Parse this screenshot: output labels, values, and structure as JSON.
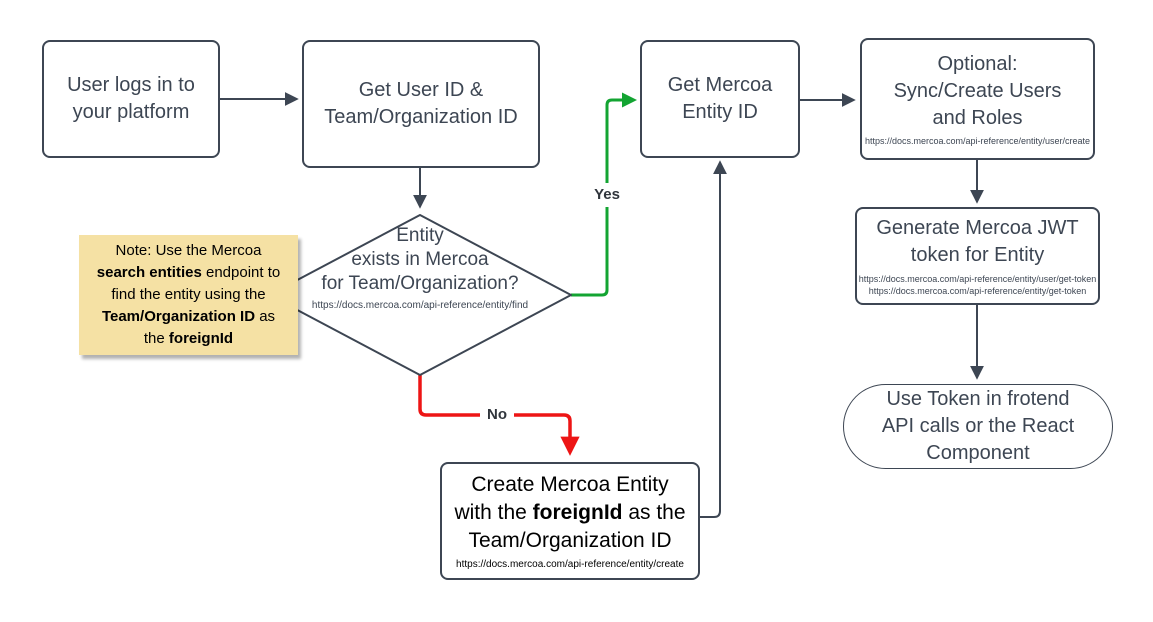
{
  "colors": {
    "node_border": "#3d4653",
    "node_text": "#3d4653",
    "edge_dark": "#3d4653",
    "yes_green": "#13a432",
    "no_red": "#ed1515",
    "note_bg": "#f5e1a4",
    "note_text": "#000000",
    "canvas_bg": "#ffffff"
  },
  "nodes": {
    "user_login": {
      "lines": [
        "User logs in to",
        "your platform"
      ]
    },
    "get_user_id": {
      "lines": [
        "Get User ID &",
        "Team/Organization ID"
      ]
    },
    "entity_exists": {
      "lines": [
        "Entity",
        "exists in Mercoa",
        "for Team/Organization?"
      ],
      "url": "https://docs.mercoa.com/api-reference/entity/find"
    },
    "note": {
      "lines": [
        [
          {
            "text": "Note: Use the Mercoa",
            "bold": false
          }
        ],
        [
          {
            "text": "search entities",
            "bold": true
          },
          {
            "text": " endpoint to",
            "bold": false
          }
        ],
        [
          {
            "text": "find the entity using the",
            "bold": false
          }
        ],
        [
          {
            "text": "Team/Organization ID",
            "bold": true
          },
          {
            "text": " as",
            "bold": false
          }
        ],
        [
          {
            "text": "the ",
            "bold": false
          },
          {
            "text": "foreignId",
            "bold": true
          }
        ]
      ]
    },
    "get_mercoa_entity": {
      "lines": [
        "Get Mercoa",
        "Entity ID"
      ]
    },
    "sync_users": {
      "lines": [
        "Optional:",
        "Sync/Create Users",
        "and Roles"
      ],
      "url": "https://docs.mercoa.com/api-reference/entity/user/create"
    },
    "generate_jwt": {
      "lines": [
        "Generate Mercoa JWT",
        "token for Entity"
      ],
      "urls": [
        "https://docs.mercoa.com/api-reference/entity/user/get-token",
        "https://docs.mercoa.com/api-reference/entity/get-token"
      ]
    },
    "use_token": {
      "lines": [
        "Use Token in frotend",
        "API calls or the React",
        "Component"
      ]
    },
    "create_entity": {
      "line1": "Create Mercoa Entity",
      "line2": [
        {
          "text": "with the ",
          "bold": false
        },
        {
          "text": "foreignId",
          "bold": true
        },
        {
          "text": " as the",
          "bold": false
        }
      ],
      "line3": "Team/Organization ID",
      "url": "https://docs.mercoa.com/api-reference/entity/create"
    }
  },
  "edge_labels": {
    "yes": "Yes",
    "no": "No"
  }
}
